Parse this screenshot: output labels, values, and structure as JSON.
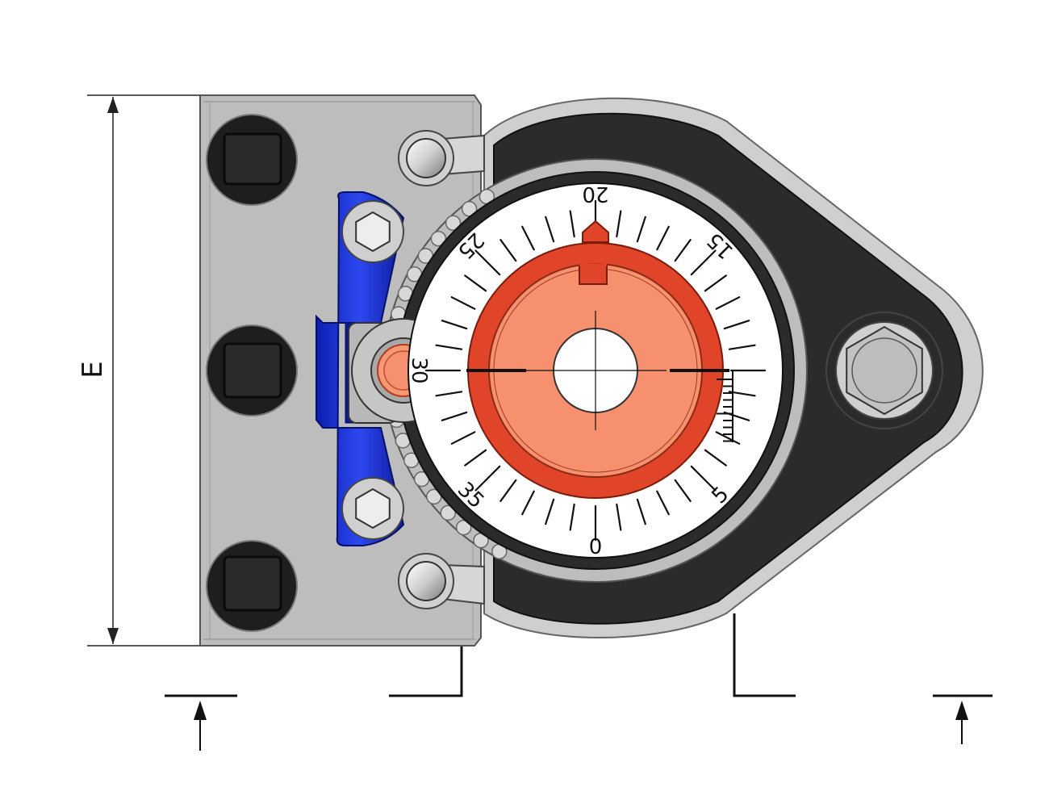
{
  "dimension": {
    "label": "E"
  },
  "dial": {
    "scale_labels": [
      {
        "text": "0",
        "value": 0
      },
      {
        "text": "5",
        "value": 5
      },
      {
        "text": "15",
        "value": 15
      },
      {
        "text": "20",
        "value": 20
      },
      {
        "text": "25",
        "value": 25
      },
      {
        "text": "30",
        "value": 30
      },
      {
        "text": "35",
        "value": 35
      }
    ],
    "scale_max": 40,
    "minor_step": 1
  },
  "colors": {
    "plate": "#bdbdbd",
    "plate_edge": "#555555",
    "housing": "#2b2b2b",
    "housing_outline": "#c8c8c8",
    "clamp": "#1a2fd1",
    "hub_ring": "#e0452a",
    "hub_face": "#f7906f",
    "dial_face": "#ffffff",
    "bolt": "#bfbfbf",
    "socket": "#1e1e1e"
  },
  "icons": [
    "hex-socket-icon",
    "square-socket-icon",
    "hex-bolt-icon",
    "ball-detent-icon"
  ]
}
